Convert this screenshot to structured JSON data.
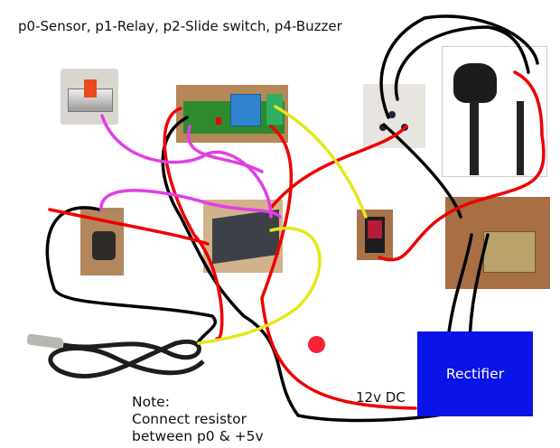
{
  "title": "p0-Sensor, p1-Relay, p2-Slide switch, p4-Buzzer",
  "note": {
    "line1": "Note:",
    "line2": "Connect resistor",
    "line3": "between p0 & +5v"
  },
  "voltage_label": "12v DC",
  "rectifier_label": "Rectifier",
  "components": [
    {
      "name": "slide-switch",
      "pin": "p2"
    },
    {
      "name": "relay-module",
      "pin": "p1"
    },
    {
      "name": "wall-socket"
    },
    {
      "name": "power-plug-cord"
    },
    {
      "name": "buzzer",
      "pin": "p4"
    },
    {
      "name": "microcontroller-board"
    },
    {
      "name": "rocker-switch"
    },
    {
      "name": "transformer"
    },
    {
      "name": "temperature-sensor-probe",
      "pin": "p0"
    },
    {
      "name": "rectifier"
    }
  ],
  "wire_colors": {
    "black": "#000000",
    "red": "#ee0000",
    "magenta": "#e23ee6",
    "yellow": "#e6e61a"
  },
  "marker_color": "#f72335"
}
